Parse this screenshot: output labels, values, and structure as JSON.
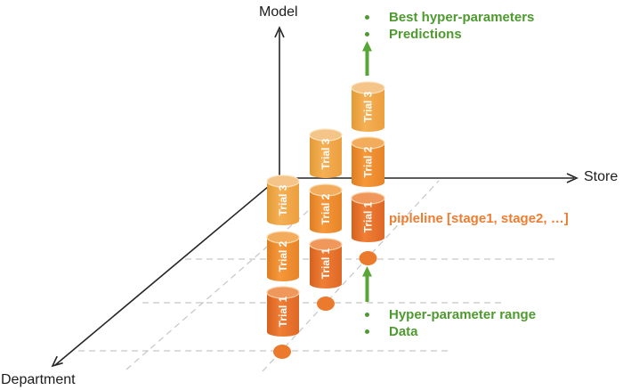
{
  "diagram": {
    "axis_labels": {
      "vertical": "Model",
      "horizontal": "Store",
      "depth": "Department"
    },
    "trial_labels": [
      "Trial 1",
      "Trial 2",
      "Trial 3"
    ],
    "top_bullets": [
      "Best hyper-parameters",
      "Predictions"
    ],
    "bottom_bullets": [
      "Hyper-parameter range",
      "Data"
    ],
    "pipeline_label": "pipleline [stage1, stage2, …]",
    "colors": {
      "trial1": "#E8702B",
      "trial2": "#EE8C2F",
      "trial3": "#F0A546",
      "dot": "#EB7A2C",
      "green_text": "#4E9A2F",
      "green_arrow": "#58A636",
      "orange_text": "#ED7D31",
      "axis": "#262626",
      "grid": "#C6C6C6"
    }
  }
}
